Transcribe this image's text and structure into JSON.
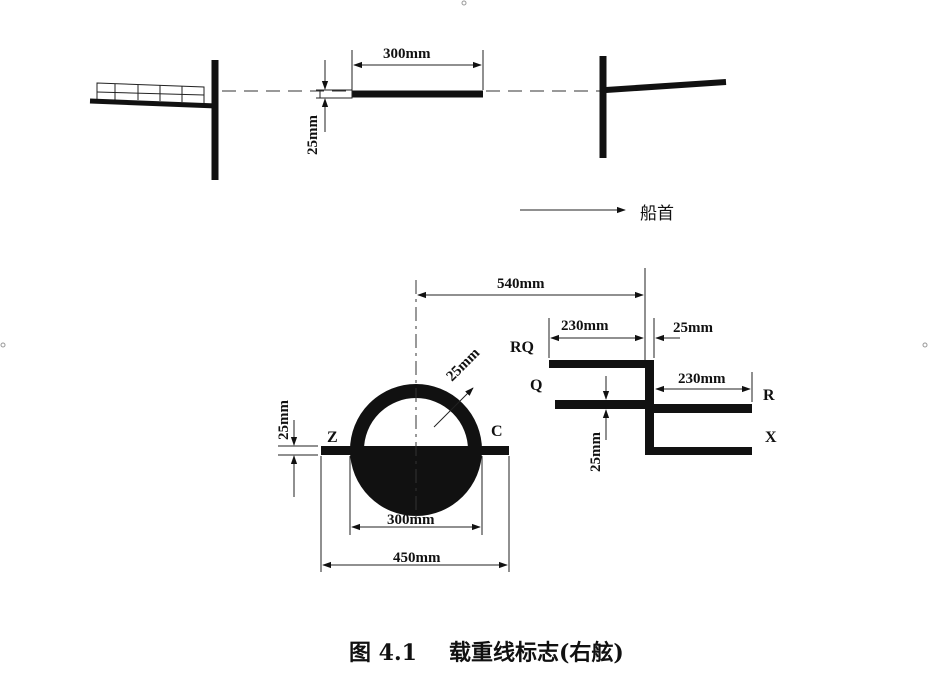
{
  "top_view": {
    "dim_length": "300mm",
    "dim_thickness": "25mm",
    "bow_label": "船首"
  },
  "mark": {
    "dim_radius": "25mm",
    "dim_ring_thickness": "25mm",
    "dim_diameter": "300mm",
    "dim_bar_length": "450mm",
    "letter_left": "Z",
    "letter_right": "C"
  },
  "load_lines": {
    "dim_distance": "540mm",
    "dim_upper_length": "230mm",
    "dim_vertical_thickness": "25mm",
    "dim_right_length": "230mm",
    "dim_line_thickness": "25mm",
    "label_rq": "RQ",
    "label_q": "Q",
    "label_r": "R",
    "label_x": "X"
  },
  "caption": {
    "figure_no": "图 4.1",
    "title": "载重线标志(右舷)"
  }
}
